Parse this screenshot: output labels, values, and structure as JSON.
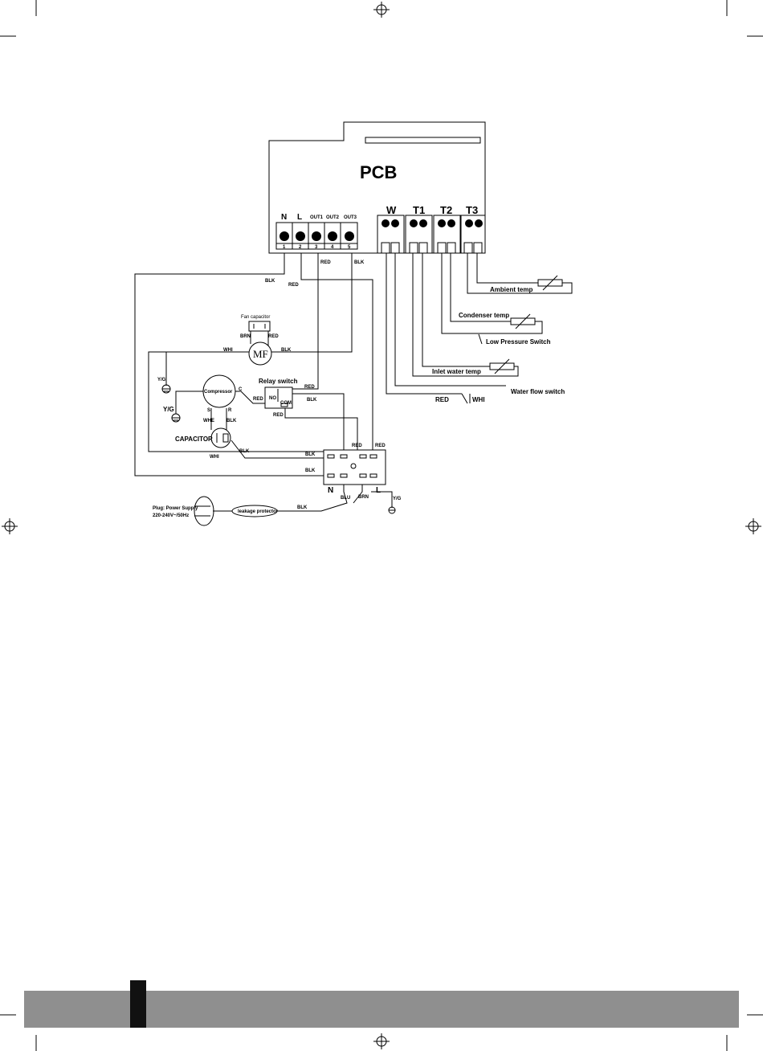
{
  "pcb": {
    "title": "PCB",
    "terminals": [
      {
        "name": "N",
        "num": "1"
      },
      {
        "name": "L",
        "num": "2"
      },
      {
        "name": "OUT1",
        "num": "3"
      },
      {
        "name": "OUT2",
        "num": "4"
      },
      {
        "name": "OUT3",
        "num": "5"
      }
    ],
    "sensor_ports": [
      "W",
      "T1",
      "T2",
      "T3"
    ]
  },
  "sensors": {
    "ambient": "Ambient temp",
    "condenser": "Condenser temp",
    "low_pressure": "Low Pressure Switch",
    "inlet_water": "Inlet water temp",
    "water_flow": "Water flow switch"
  },
  "components": {
    "fan_capacitor": "Fan capacitor",
    "fan_motor": "MF",
    "compressor": "Compressor",
    "relay_switch": "Relay switch",
    "capacitor": "CAPACITOR",
    "leakage_protector": "leakage protector",
    "plug_line1": "Plug: Power Supply",
    "plug_line2": "220-240V~/50Hz",
    "relay_no": "NO",
    "relay_com": "COM",
    "relay_c": "C",
    "comp_s": "S",
    "comp_r": "R",
    "block_n": "N",
    "block_l": "L"
  },
  "wires": {
    "blk": "BLK",
    "red": "RED",
    "whi": "WHI",
    "brn": "BRN",
    "blu": "BLU",
    "yg": "Y/G",
    "whe": "WHE"
  }
}
